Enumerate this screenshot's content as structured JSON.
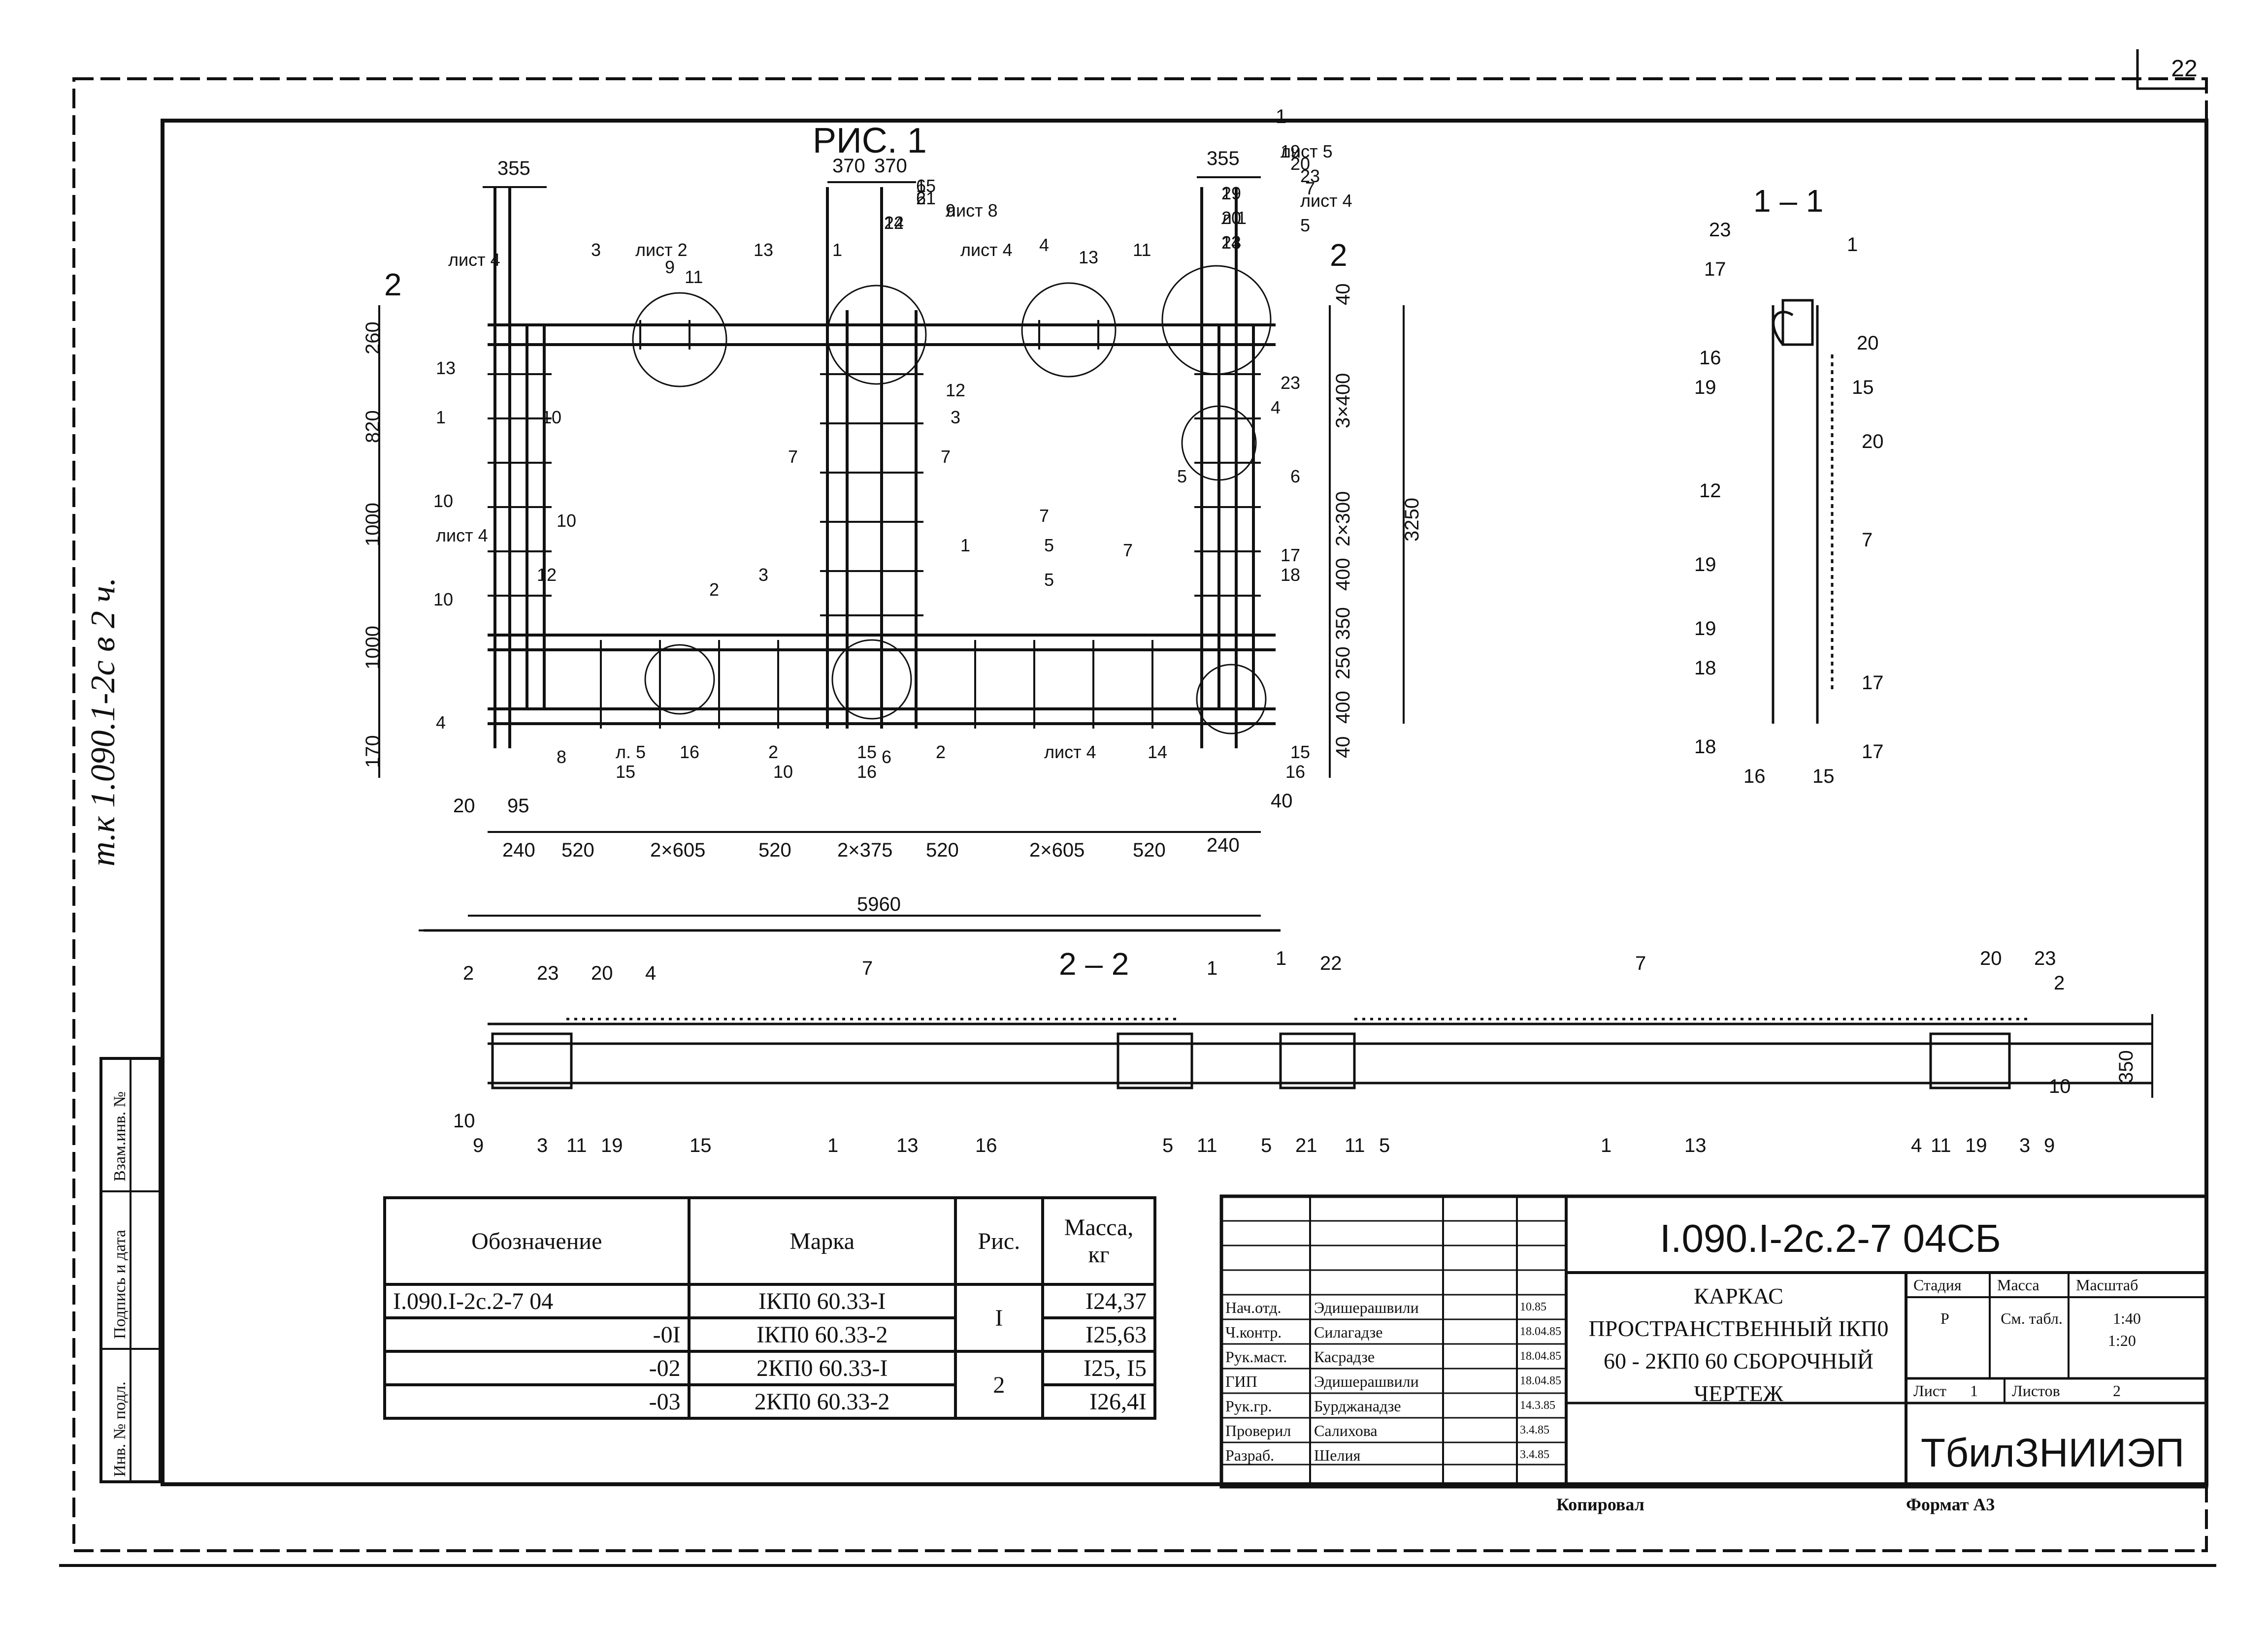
{
  "page_number": "22",
  "side_note": "т.к 1.090.1-2с  в 2 ч.",
  "side_cells": [
    "Взам.инв. №",
    "Подпись и дата",
    "Инв. № подл."
  ],
  "figure1": {
    "title": "РИС. 1",
    "top_dims": [
      "355",
      "370",
      "370",
      "355"
    ],
    "left_dims": [
      "260",
      "820",
      "1000",
      "1000",
      "170"
    ],
    "right_dims": [
      "40",
      "3×400",
      "2×300",
      "400",
      "350",
      "250",
      "400",
      "40"
    ],
    "overall_height": "3250",
    "bottom_dims": [
      "240",
      "520",
      "2×605",
      "520",
      "2×375",
      "520",
      "2×605",
      "520",
      "240"
    ],
    "bottom_small": [
      "20",
      "95",
      "40"
    ],
    "overall_width": "5960",
    "section_marks": [
      "2",
      "2",
      "1",
      "1"
    ],
    "callouts": [
      "19",
      "20",
      "23",
      "21",
      "22",
      "15",
      "лист 8",
      "19",
      "20",
      "23",
      "7",
      "лист 4",
      "5",
      "лист 4",
      "3",
      "лист 2",
      "9",
      "11",
      "13",
      "1",
      "лист 4",
      "4",
      "13",
      "11",
      "13",
      "1",
      "лист 4",
      "4",
      "10",
      "10",
      "10",
      "10",
      "12",
      "2",
      "3",
      "7",
      "7",
      "1",
      "7",
      "5",
      "5",
      "5",
      "7",
      "6",
      "17",
      "18",
      "23",
      "4",
      "12",
      "3",
      "2",
      "10",
      "8",
      "л. 5",
      "15",
      "16",
      "15",
      "16",
      "6",
      "2",
      "лист 4",
      "14",
      "15",
      "16",
      "2",
      "л 1",
      "14",
      "6",
      "14",
      "6",
      "9",
      "лист 5"
    ]
  },
  "section11": {
    "title": "1 – 1",
    "callouts": [
      "23",
      "1",
      "17",
      "16",
      "19",
      "20",
      "15",
      "20",
      "12",
      "7",
      "19",
      "19",
      "18",
      "17",
      "18",
      "16",
      "15",
      "17"
    ]
  },
  "section22": {
    "title": "2 – 2",
    "dim": "350",
    "callouts": [
      "2",
      "23",
      "20",
      "4",
      "7",
      "1",
      "22",
      "7",
      "20",
      "23",
      "2",
      "10",
      "9",
      "3",
      "11",
      "19",
      "15",
      "1",
      "13",
      "16",
      "5",
      "11",
      "5",
      "21",
      "11",
      "5",
      "1",
      "13",
      "4",
      "11",
      "19",
      "3",
      "9",
      "10"
    ]
  },
  "spec_table": {
    "headers": [
      "Обозначение",
      "Марка",
      "Рис.",
      "Масса, кг"
    ],
    "rows": [
      {
        "designation": "I.090.I-2с.2-7 04",
        "mark": "IКП0 60.33-I",
        "mass": "I24,37"
      },
      {
        "designation": "-0I",
        "mark": "IКП0 60.33-2",
        "mass": "I25,63"
      },
      {
        "designation": "-02",
        "mark": "2КП0 60.33-I",
        "mass": "I25, I5"
      },
      {
        "designation": "-03",
        "mark": "2КП0 60.33-2",
        "mass": "I26,4I"
      }
    ],
    "fig_groups": [
      "I",
      "2"
    ]
  },
  "title_block": {
    "code": "I.090.I-2с.2-7  04СБ",
    "name": "КАРКАС ПРОСТРАНСТВЕННЫЙ IКП0 60 - 2КП0 60 СБОРОЧНЫЙ ЧЕРТЕЖ",
    "stage_headers": [
      "Стадия",
      "Масса",
      "Масштаб"
    ],
    "stage": "Р",
    "mass": "См. табл.",
    "scale": [
      "1:40",
      "1:20"
    ],
    "sheet_label": "Лист",
    "sheet": "1",
    "sheets_label": "Листов",
    "sheets": "2",
    "organization": "ТбилЗНИИЭП",
    "roles": [
      {
        "role": "Нач.отд.",
        "name": "Эдишерашвили",
        "date": "10.85"
      },
      {
        "role": "Ч.контр.",
        "name": "Силагадзе",
        "date": "18.04.85"
      },
      {
        "role": "Рук.маст.",
        "name": "Касрадзе",
        "date": "18.04.85"
      },
      {
        "role": "ГИП",
        "name": "Эдишерашвили",
        "date": "18.04.85"
      },
      {
        "role": "Рук.гр.",
        "name": "Бурджанадзе",
        "date": "14.3.85"
      },
      {
        "role": "Проверил",
        "name": "Салихова",
        "date": "3.4.85"
      },
      {
        "role": "Разраб.",
        "name": "Шелия",
        "date": "3.4.85"
      }
    ],
    "copied": "Копировал",
    "format": "Формат А3"
  }
}
